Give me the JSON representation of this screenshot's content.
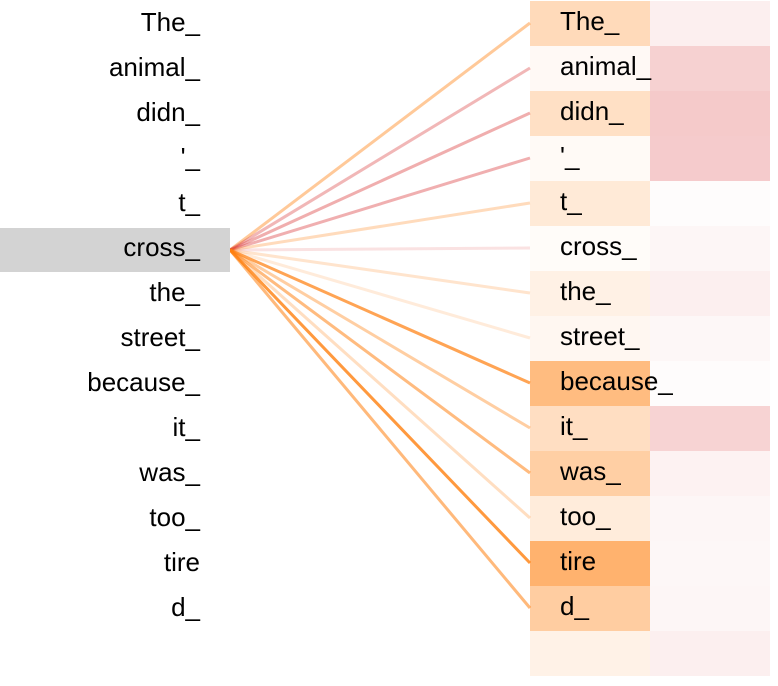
{
  "selected_index": 5,
  "colors": {
    "selected_bg": "#d3d3d3",
    "head_a": "#ff7f0e",
    "head_b": "#d62728"
  },
  "left_tokens": [
    "The_",
    "animal_",
    "didn_",
    "'_",
    "t_",
    "cross_",
    "the_",
    "street_",
    "because_",
    "it_",
    "was_",
    "too_",
    "tire",
    "d_"
  ],
  "right_tokens": [
    "The_",
    "animal_",
    "didn_",
    "'_",
    "t_",
    "cross_",
    "the_",
    "street_",
    "because_",
    "it_",
    "was_",
    "too_",
    "tire",
    "d_",
    ""
  ],
  "attention": [
    {
      "a": 0.38,
      "b": 0.1
    },
    {
      "a": 0.06,
      "b": 0.28
    },
    {
      "a": 0.32,
      "b": 0.33
    },
    {
      "a": 0.05,
      "b": 0.32
    },
    {
      "a": 0.22,
      "b": 0.02
    },
    {
      "a": 0.03,
      "b": 0.06
    },
    {
      "a": 0.14,
      "b": 0.1
    },
    {
      "a": 0.08,
      "b": 0.05
    },
    {
      "a": 0.7,
      "b": 0.02
    },
    {
      "a": 0.34,
      "b": 0.27
    },
    {
      "a": 0.5,
      "b": 0.08
    },
    {
      "a": 0.2,
      "b": 0.06
    },
    {
      "a": 0.8,
      "b": 0.05
    },
    {
      "a": 0.52,
      "b": 0.06
    },
    {
      "a": 0.13,
      "b": 0.1
    }
  ]
}
